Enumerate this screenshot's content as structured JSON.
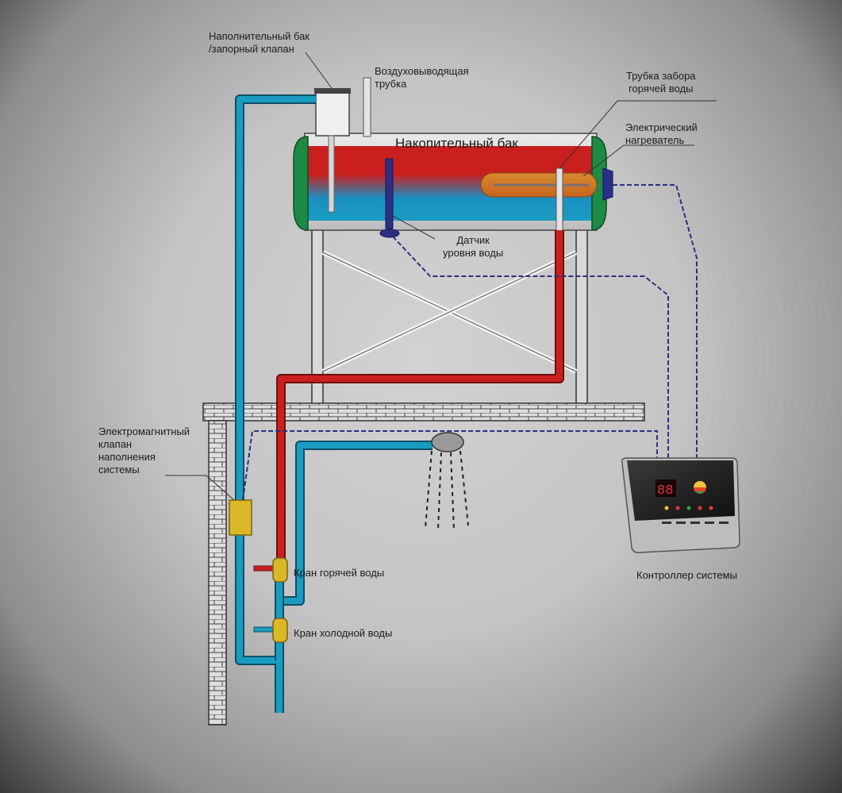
{
  "labels": {
    "fill_tank": [
      "Наполнительный бак",
      "/запорный клапан"
    ],
    "air_vent": [
      "Воздуховыводящая",
      "трубка"
    ],
    "hot_intake": [
      "Трубка забора",
      "горячей воды"
    ],
    "storage_tank": "Накопительный бак",
    "heater": [
      "Электрический",
      "нагреватель"
    ],
    "level_sensor": [
      "Датчик",
      "уровня воды"
    ],
    "solenoid_valve": [
      "Электромагнитный",
      "клапан",
      "наполнения",
      "системы"
    ],
    "hot_tap": "Кран горячей воды",
    "cold_tap": "Кран холодной воды",
    "controller": "Контроллер системы"
  },
  "colors": {
    "hot_pipe": "#c9201f",
    "cold_pipe": "#1a9cc0",
    "tank_end": "#1d8a45",
    "signal_wire": "#2c2f82",
    "valve": "#d9b727",
    "brick": "#e2e2e2"
  }
}
